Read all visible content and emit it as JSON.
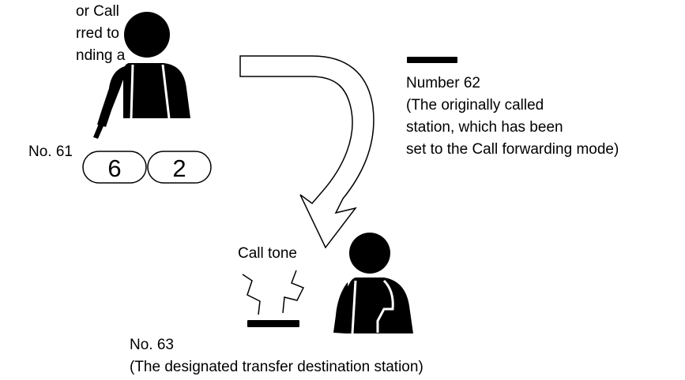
{
  "intro_text_fragments": [
    "or Call",
    "rred to",
    "nding a"
  ],
  "caller": {
    "label": "No. 61",
    "dialed_keys": [
      "6",
      "2"
    ]
  },
  "called_station": {
    "heading": "Number 62",
    "description": [
      "(The originally called",
      "station, which has been",
      "set to the Call forwarding mode)"
    ]
  },
  "destination": {
    "tone_label": "Call tone",
    "label": "No. 63",
    "description": "(The designated transfer destination station)"
  }
}
